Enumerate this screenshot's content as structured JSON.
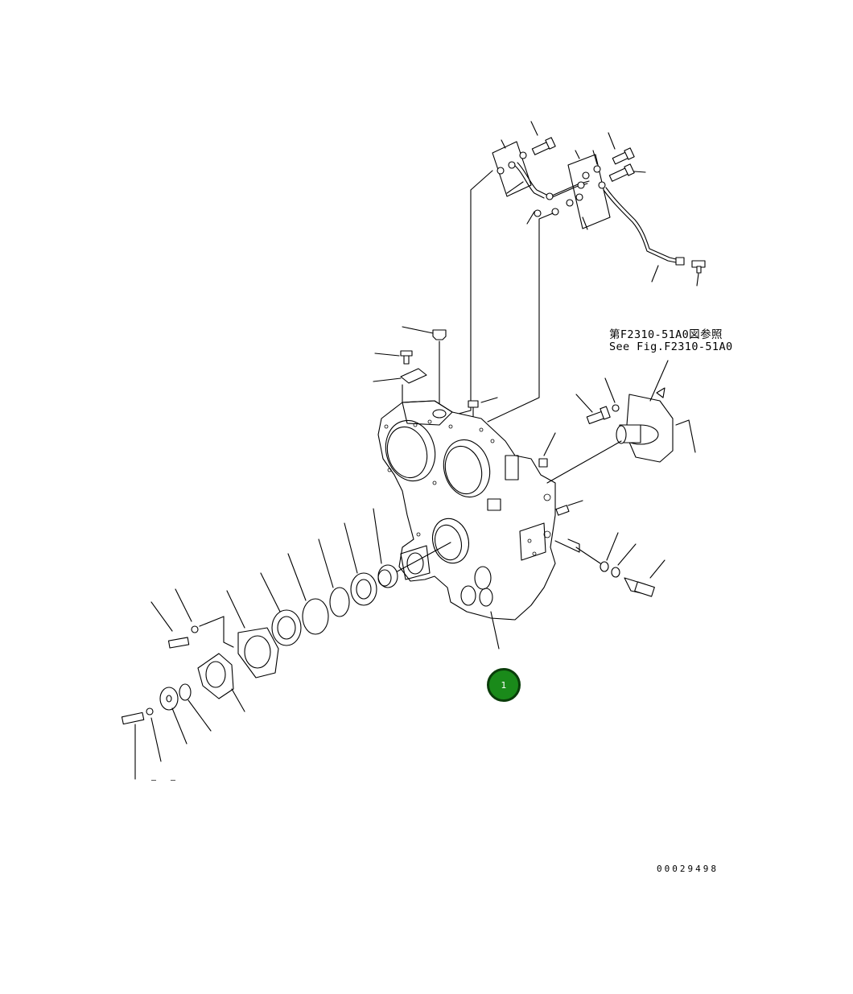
{
  "diagram": {
    "reference_note_jp": "第F2310-51A0図参照",
    "reference_note_en": "See Fig.F2310-51A0",
    "illustration_number": "00029498",
    "callouts": [
      {
        "label": "1",
        "color": "#1a8a1a",
        "border_color": "#0a3d0a"
      }
    ],
    "dash_marks": "– –"
  }
}
